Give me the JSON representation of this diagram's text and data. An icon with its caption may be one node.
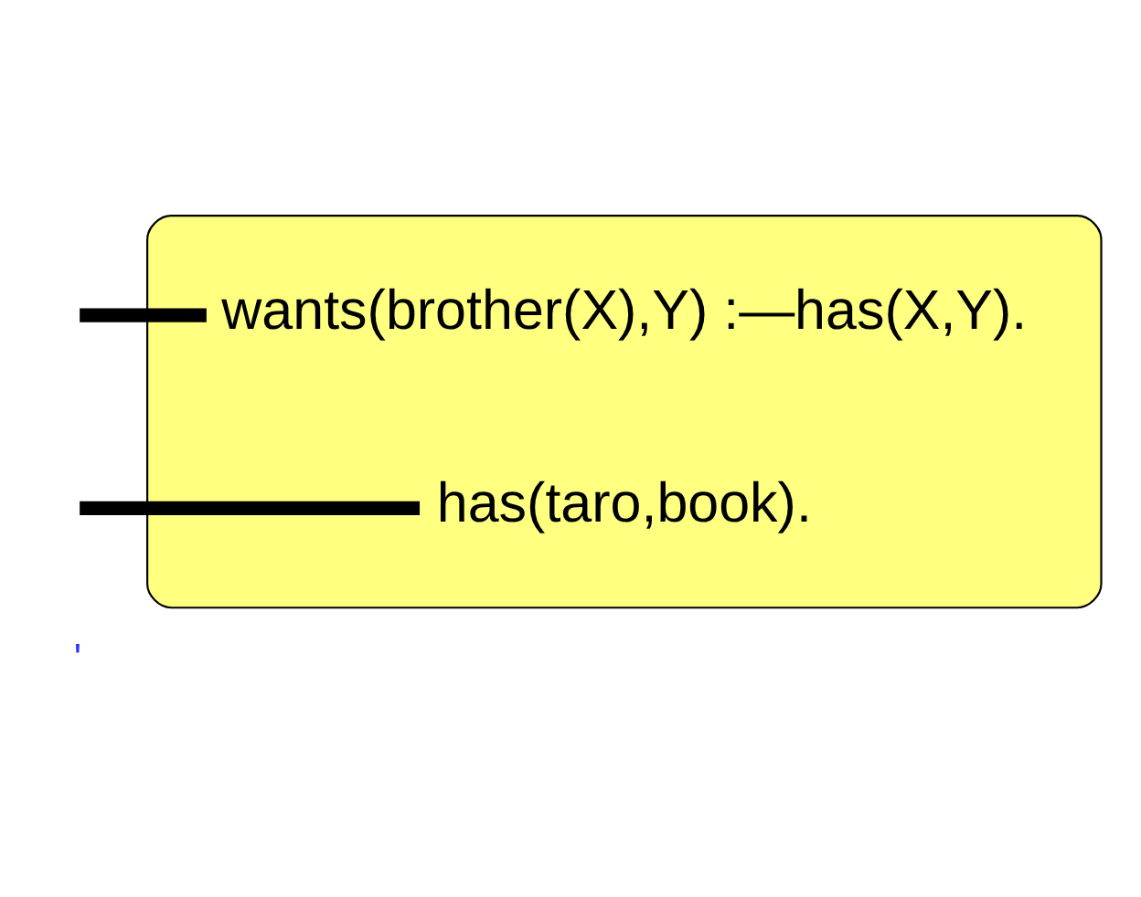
{
  "diagram": {
    "nodes": [
      {
        "text": [],
        "shape": "cylinder"
      },
      {
        "text": [
          "wants(brother(X),Y) :—has(X,Y)."
        ],
        "in": 0
      },
      {
        "text": [
          "has(taro,book)."
        ],
        "in": 0
      }
    ],
    "edges": [
      {
        "from": null,
        "to": 1,
        "arrow": "none"
      },
      {
        "from": null,
        "to": 2,
        "arrow": "none"
      }
    ],
    "labels": [
      "'"
    ]
  }
}
